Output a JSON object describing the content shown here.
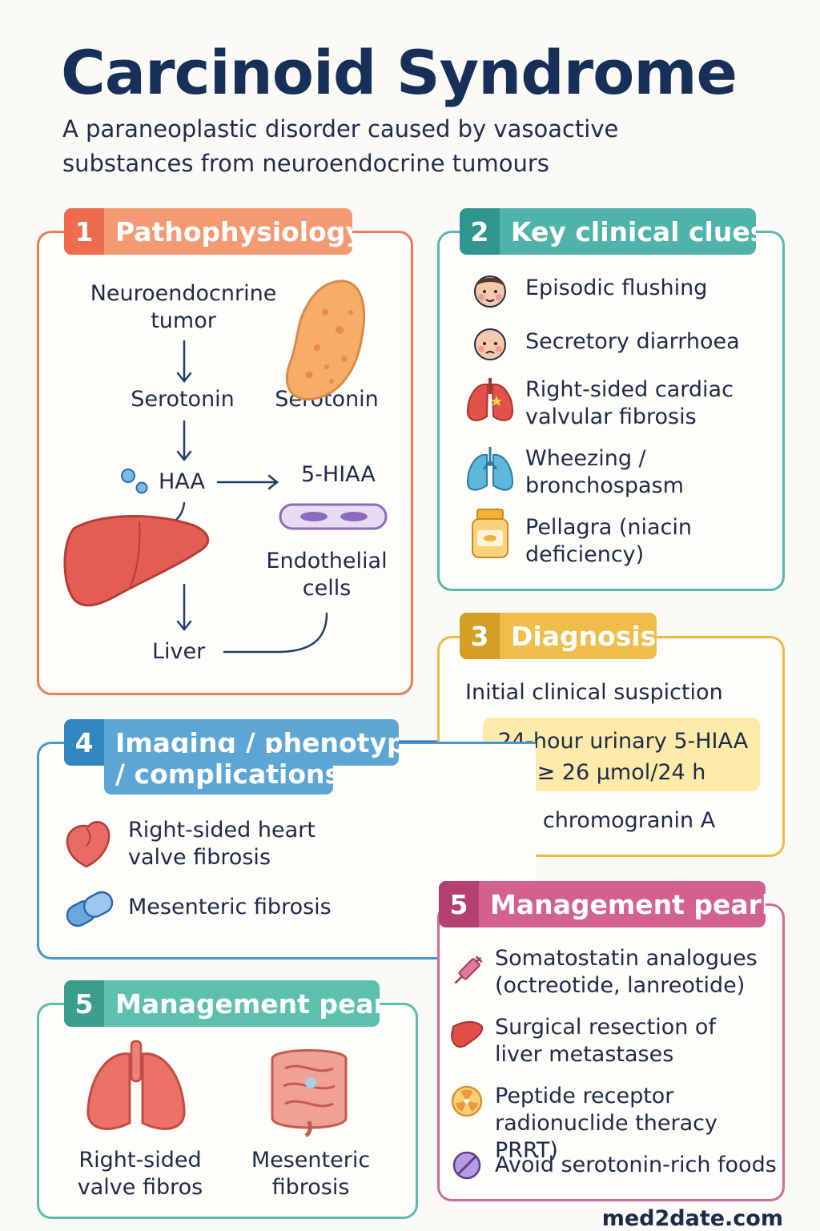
{
  "title": "Carcinoid Syndrome",
  "subtitle": "A paraneoplastic disorder caused by vasoactive substances from neuroendocrine tumours",
  "colors": {
    "pathophysiology": "#ee6b4d",
    "clinical": "#3aa3a0",
    "diagnosis": "#e6b03a",
    "imaging": "#2f86c0",
    "management_left": "#4fb8a6",
    "management_right": "#c4497a",
    "highlight": "#fde9a8"
  },
  "pathophysiology": {
    "number": "1",
    "label": "Pathophysiology",
    "tumor": "Neuroendocnrine tumor",
    "serotonin_left": "Serotonin",
    "serotonin_right": "Serotonin",
    "haa": "HAA",
    "hiaa": "5-HIAA",
    "endothelial": "Endothelial cells",
    "liver": "Liver"
  },
  "clinical": {
    "number": "2",
    "label": "Key clinical clues",
    "items": [
      {
        "icon": "face-icon",
        "text": "Episodic flushing"
      },
      {
        "icon": "face-icon",
        "text": "Secretory diarrhoea"
      },
      {
        "icon": "lungs-heart-icon",
        "text": "Right-sided cardiac valvular fibrosis"
      },
      {
        "icon": "lungs-icon",
        "text": "Wheezing / bronchospasm"
      },
      {
        "icon": "pill-bottle-icon",
        "text": "Pellagra (niacin deficiency)"
      }
    ]
  },
  "diagnosis": {
    "number": "3",
    "label": "Diagnosis",
    "initial": "Initial clinical suspiction",
    "test_line1": "24-hour urinary 5-HIAA",
    "test_line2": "≥ 26 µmol/24 h",
    "serum": "Serum chromogranin A"
  },
  "imaging": {
    "number": "4",
    "label_line1": "Imaging / phenotype",
    "label_line2": "/ complications",
    "items": [
      {
        "icon": "heart-icon",
        "text": "Right-sided heart valve fibrosis"
      },
      {
        "icon": "capsule-icon",
        "text": "Mesenteric fibrosis"
      }
    ]
  },
  "management_left": {
    "number": "5",
    "label": "Management pears",
    "items": [
      {
        "icon": "lungs-icon",
        "text": "Right-sided valve fibros"
      },
      {
        "icon": "intestine-icon",
        "text": "Mesenteric fibrosis"
      }
    ]
  },
  "management_right": {
    "number": "5",
    "label": "Management pearls",
    "items": [
      {
        "icon": "syringe-icon",
        "text": "Somatostatin analogues (octreotide, lanreotide)"
      },
      {
        "icon": "liver-icon",
        "text": "Surgical resection of liver metastases"
      },
      {
        "icon": "radiation-icon",
        "text": "Peptide receptor radionuclide theracy PRRT)"
      },
      {
        "icon": "no-food-icon",
        "text": "Avoid serotonin-rich foods"
      }
    ]
  },
  "footer": "med2date.com"
}
